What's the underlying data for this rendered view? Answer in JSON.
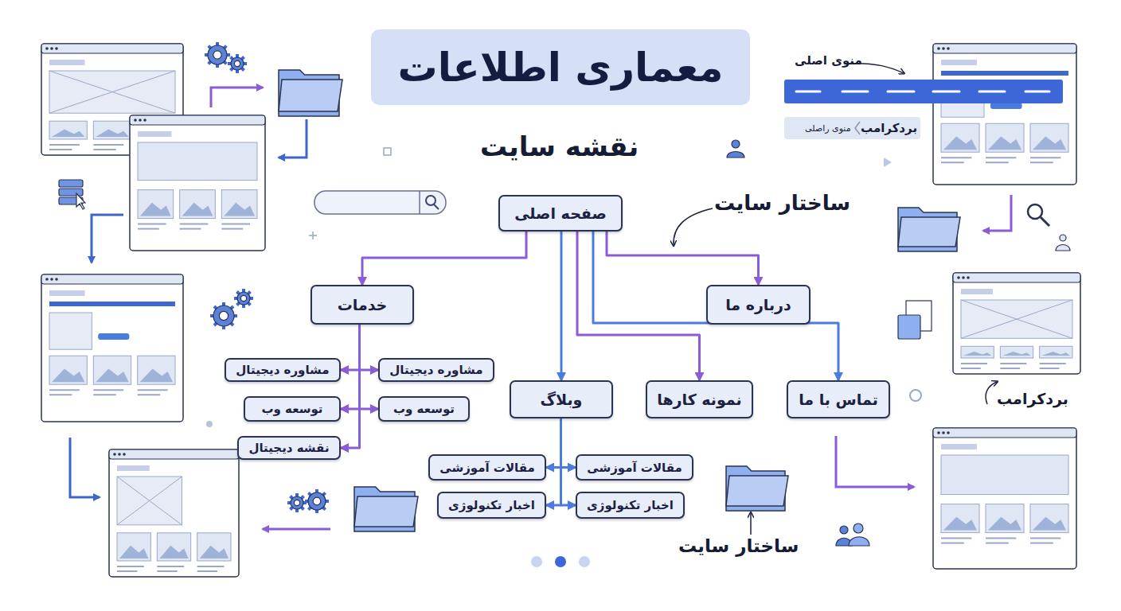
{
  "diagram": {
    "title": "معماری اطلاعات",
    "nodes": [
      {
        "text": [
          "صفحه اصلی"
        ]
      },
      {
        "text": [
          "خدمات"
        ]
      },
      {
        "text": [
          "درباره ما"
        ]
      },
      {
        "text": [
          "مشاوره دیجیتال"
        ]
      },
      {
        "text": [
          "مشاوره دیجیتال"
        ]
      },
      {
        "text": [
          "توسعه وب"
        ]
      },
      {
        "text": [
          "توسعه وب"
        ]
      },
      {
        "text": [
          "نقشه دیجیتال"
        ]
      },
      {
        "text": [
          "وبلاگ"
        ]
      },
      {
        "text": [
          "نمونه کارها"
        ]
      },
      {
        "text": [
          "تماس با ما"
        ]
      },
      {
        "text": [
          "مقالات آموزشی"
        ]
      },
      {
        "text": [
          "مقالات آموزشی"
        ]
      },
      {
        "text": [
          "اخبار تکنولوژی"
        ]
      },
      {
        "text": [
          "اخبار تکنولوژی"
        ]
      }
    ],
    "edges": [
      {
        "from": 0,
        "to": 1,
        "arrow": "to"
      },
      {
        "from": 0,
        "to": 2,
        "arrow": "to"
      },
      {
        "from": 0,
        "to": 8,
        "arrow": "to"
      },
      {
        "from": 0,
        "to": 9,
        "arrow": "to"
      },
      {
        "from": 0,
        "to": 10,
        "arrow": "to"
      },
      {
        "from": 1,
        "to": 3,
        "arrow": "to"
      },
      {
        "from": 1,
        "to": 4,
        "arrow": "to"
      },
      {
        "from": 1,
        "to": 5,
        "arrow": "to"
      },
      {
        "from": 1,
        "to": 6,
        "arrow": "to"
      },
      {
        "from": 1,
        "to": 7,
        "arrow": "to"
      },
      {
        "from": 8,
        "to": 11,
        "arrow": "to"
      },
      {
        "from": 8,
        "to": 12,
        "arrow": "to"
      },
      {
        "from": 8,
        "to": 13,
        "arrow": "to"
      },
      {
        "from": 8,
        "to": 14,
        "arrow": "to"
      }
    ],
    "labels": [
      "نقشه سایت",
      "ساختار سایت",
      "منوی اصلی",
      "بردکرامب",
      "منوی راصلی",
      "بردکرامب",
      "ساختار سایت"
    ]
  }
}
